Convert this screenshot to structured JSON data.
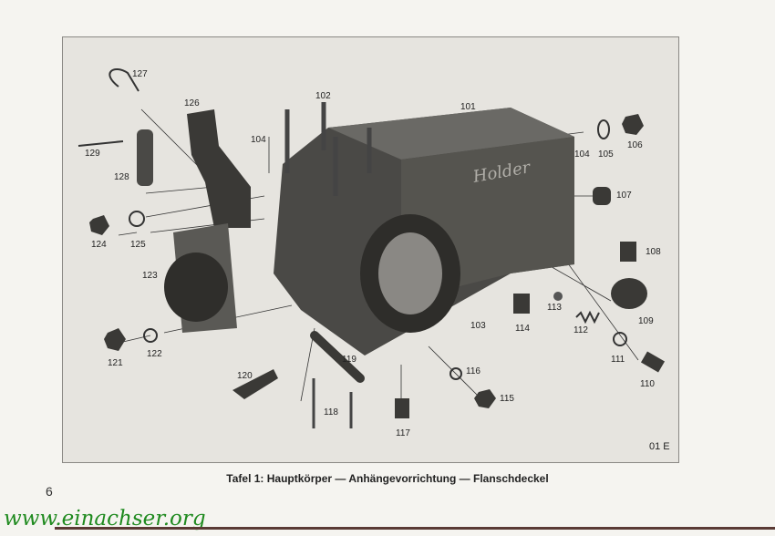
{
  "caption": "Tafel 1: Hauptkörper — Anhängevorrichtung — Flanschdeckel",
  "page_number": "6",
  "watermark_url": "www.einachser.org",
  "plate_id": "01 E",
  "housing_logo": "Holder",
  "part_labels": {
    "p101": "101",
    "p102": "102",
    "p103": "103",
    "p104a": "104",
    "p104b": "104",
    "p105": "105",
    "p106": "106",
    "p107": "107",
    "p108": "108",
    "p109": "109",
    "p110": "110",
    "p111": "111",
    "p112": "112",
    "p113": "113",
    "p114": "114",
    "p115": "115",
    "p116": "116",
    "p117": "117",
    "p118": "118",
    "p119": "119",
    "p120": "120",
    "p121": "121",
    "p122": "122",
    "p123": "123",
    "p124": "124",
    "p125": "125",
    "p126": "126",
    "p127": "127",
    "p128": "128",
    "p129": "129"
  },
  "colors": {
    "part_dark": "#3a3936",
    "part_mid": "#5a5955",
    "paper": "#e6e4df",
    "url": "#1f8a1f"
  }
}
